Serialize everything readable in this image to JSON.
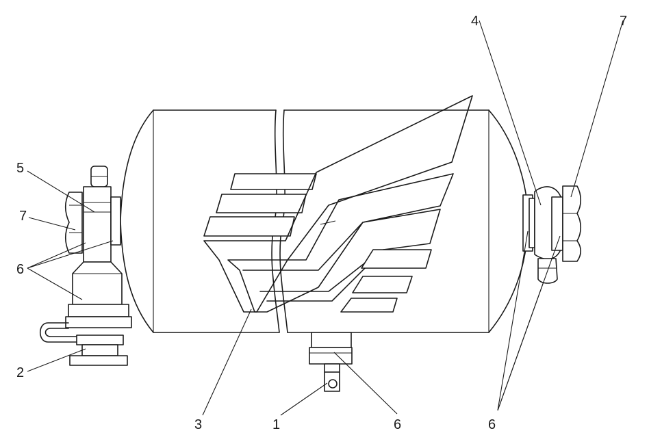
{
  "labels": {
    "l1": "1",
    "l2": "2",
    "l3": "3",
    "l4": "4",
    "l5": "5",
    "l6_left": "6",
    "l6_bottom": "6",
    "l6_right": "6",
    "l7_left": "7",
    "l7_right": "7"
  },
  "colors": {
    "line": "#1a1a1a",
    "background": "#ffffff"
  }
}
